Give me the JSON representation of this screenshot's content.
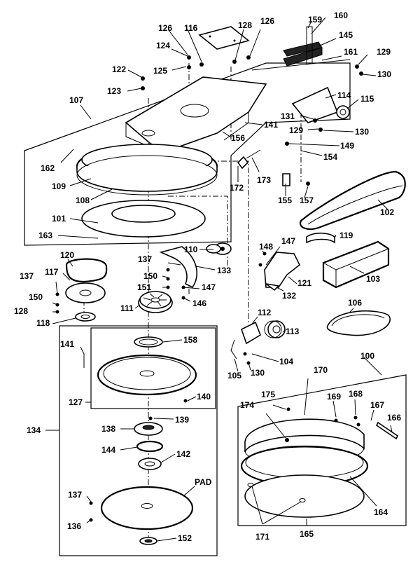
{
  "callouts": [
    {
      "id": "c160",
      "text": "160"
    },
    {
      "id": "c159",
      "text": "159"
    },
    {
      "id": "c126a",
      "text": "126"
    },
    {
      "id": "c116",
      "text": "116"
    },
    {
      "id": "c128a",
      "text": "128"
    },
    {
      "id": "c126b",
      "text": "126"
    },
    {
      "id": "c145",
      "text": "145"
    },
    {
      "id": "c124",
      "text": "124"
    },
    {
      "id": "c129a",
      "text": "129"
    },
    {
      "id": "c161",
      "text": "161"
    },
    {
      "id": "c122",
      "text": "122"
    },
    {
      "id": "c125",
      "text": "125"
    },
    {
      "id": "c130a",
      "text": "130"
    },
    {
      "id": "c123",
      "text": "123"
    },
    {
      "id": "c107",
      "text": "107"
    },
    {
      "id": "c114",
      "text": "114"
    },
    {
      "id": "c115",
      "text": "115"
    },
    {
      "id": "c131",
      "text": "131"
    },
    {
      "id": "c141a",
      "text": "141"
    },
    {
      "id": "c129b",
      "text": "129"
    },
    {
      "id": "c130b",
      "text": "130"
    },
    {
      "id": "c156",
      "text": "156"
    },
    {
      "id": "c149",
      "text": "149"
    },
    {
      "id": "c162",
      "text": "162"
    },
    {
      "id": "c154",
      "text": "154"
    },
    {
      "id": "c173",
      "text": "173"
    },
    {
      "id": "c109",
      "text": "109"
    },
    {
      "id": "c172",
      "text": "172"
    },
    {
      "id": "c155",
      "text": "155"
    },
    {
      "id": "c157",
      "text": "157"
    },
    {
      "id": "c108",
      "text": "108"
    },
    {
      "id": "c102",
      "text": "102"
    },
    {
      "id": "c101",
      "text": "101"
    },
    {
      "id": "c163",
      "text": "163"
    },
    {
      "id": "c119",
      "text": "119"
    },
    {
      "id": "c148",
      "text": "148"
    },
    {
      "id": "c147a",
      "text": "147"
    },
    {
      "id": "c120",
      "text": "120"
    },
    {
      "id": "c110",
      "text": "110"
    },
    {
      "id": "c137a",
      "text": "137"
    },
    {
      "id": "c133",
      "text": "133"
    },
    {
      "id": "c117",
      "text": "117"
    },
    {
      "id": "c137b",
      "text": "137"
    },
    {
      "id": "c150a",
      "text": "150"
    },
    {
      "id": "c121",
      "text": "121"
    },
    {
      "id": "c103",
      "text": "103"
    },
    {
      "id": "c147b",
      "text": "147"
    },
    {
      "id": "c150b",
      "text": "150"
    },
    {
      "id": "c151",
      "text": "151"
    },
    {
      "id": "c132",
      "text": "132"
    },
    {
      "id": "c128b",
      "text": "128"
    },
    {
      "id": "c146",
      "text": "146"
    },
    {
      "id": "c111",
      "text": "111"
    },
    {
      "id": "c106",
      "text": "106"
    },
    {
      "id": "c118",
      "text": "118"
    },
    {
      "id": "c112",
      "text": "112"
    },
    {
      "id": "c113",
      "text": "113"
    },
    {
      "id": "c141b",
      "text": "141"
    },
    {
      "id": "c158",
      "text": "158"
    },
    {
      "id": "c104",
      "text": "104"
    },
    {
      "id": "c100",
      "text": "100"
    },
    {
      "id": "c130c",
      "text": "130"
    },
    {
      "id": "c105",
      "text": "105"
    },
    {
      "id": "c170",
      "text": "170"
    },
    {
      "id": "c127",
      "text": "127"
    },
    {
      "id": "c140",
      "text": "140"
    },
    {
      "id": "c175",
      "text": "175"
    },
    {
      "id": "c169",
      "text": "169"
    },
    {
      "id": "c168",
      "text": "168"
    },
    {
      "id": "c174",
      "text": "174"
    },
    {
      "id": "c167",
      "text": "167"
    },
    {
      "id": "c139",
      "text": "139"
    },
    {
      "id": "c166",
      "text": "166"
    },
    {
      "id": "c134",
      "text": "134"
    },
    {
      "id": "c138",
      "text": "138"
    },
    {
      "id": "c144",
      "text": "144"
    },
    {
      "id": "c142",
      "text": "142"
    },
    {
      "id": "cpad",
      "text": "PAD"
    },
    {
      "id": "c137c",
      "text": "137"
    },
    {
      "id": "c164",
      "text": "164"
    },
    {
      "id": "c136",
      "text": "136"
    },
    {
      "id": "c171",
      "text": "171"
    },
    {
      "id": "c165",
      "text": "165"
    },
    {
      "id": "c152",
      "text": "152"
    }
  ]
}
